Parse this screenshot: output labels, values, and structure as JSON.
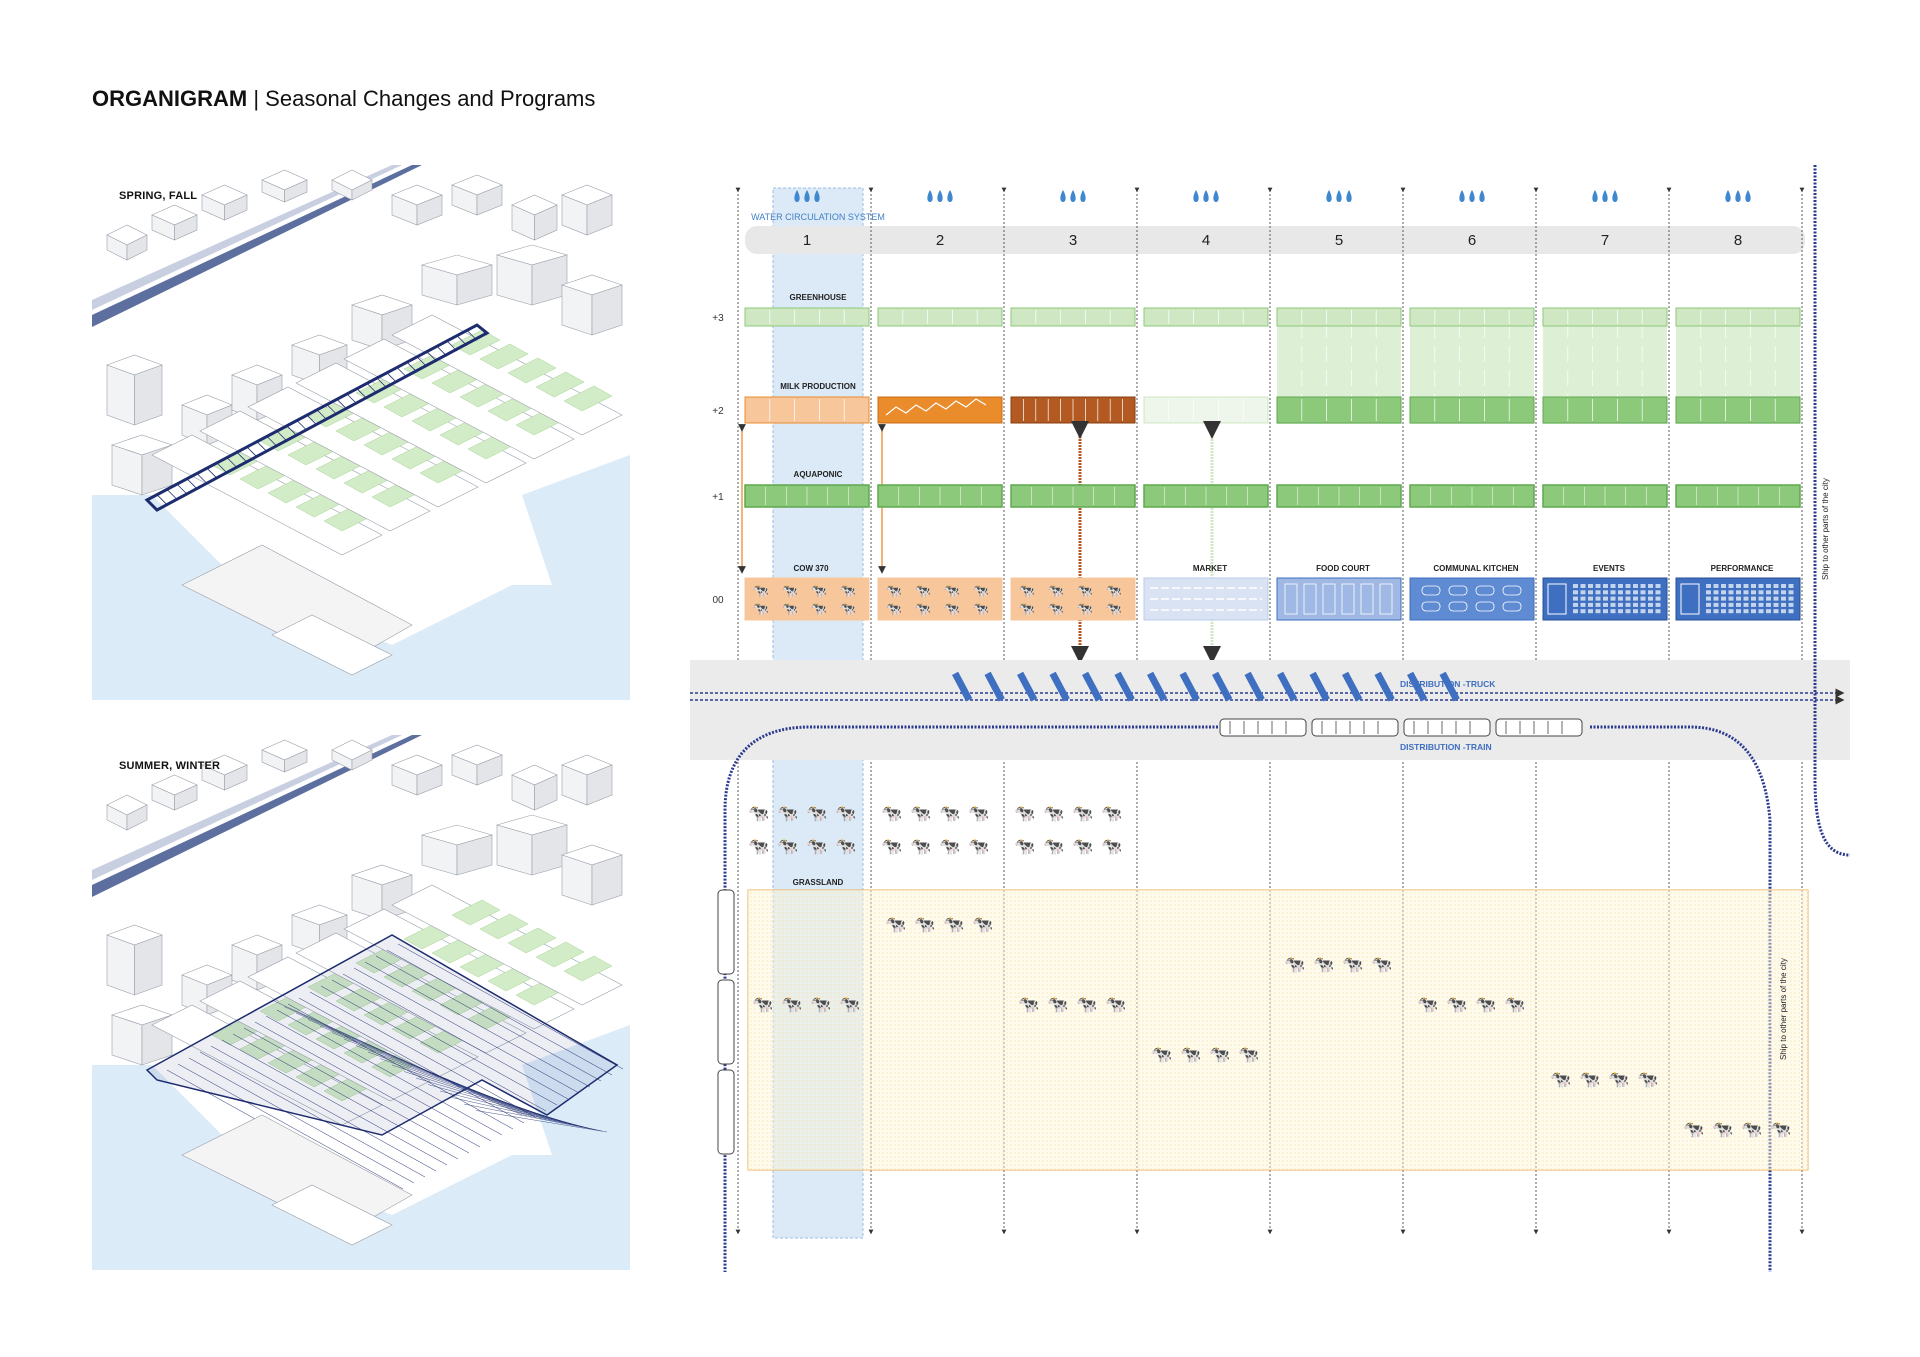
{
  "title": {
    "bold": "ORGANIGRAM",
    "separator": " | ",
    "rest": "Seasonal Changes and Programs"
  },
  "axonometrics": [
    {
      "label": "SPRING, FALL",
      "canopy": "narrow"
    },
    {
      "label": "SUMMER, WINTER",
      "canopy": "wide"
    }
  ],
  "organigram": {
    "water_label": "WATER CIRCULATION SYSTEM",
    "columns": [
      "1",
      "2",
      "3",
      "4",
      "5",
      "6",
      "7",
      "8"
    ],
    "levels": [
      {
        "id": "greenhouse",
        "tag": "+3",
        "label": "GREENHOUSE"
      },
      {
        "id": "milk",
        "tag": "+2",
        "label": "MILK PRODUCTION"
      },
      {
        "id": "aquaponic",
        "tag": "+1",
        "label": "AQUAPONIC"
      },
      {
        "id": "ground",
        "tag": "00",
        "label": ""
      }
    ],
    "ground_programs": [
      {
        "label": "COW 370",
        "type": "cows"
      },
      {
        "label": "",
        "type": "cows"
      },
      {
        "label": "",
        "type": "cows"
      },
      {
        "label": "MARKET",
        "type": "market"
      },
      {
        "label": "FOOD COURT",
        "type": "foodcourt"
      },
      {
        "label": "COMMUNAL KITCHEN",
        "type": "kitchen"
      },
      {
        "label": "EVENTS",
        "type": "events"
      },
      {
        "label": "PERFORMANCE",
        "type": "performance"
      }
    ],
    "milk_states": [
      "light",
      "orange",
      "dark",
      "fade",
      "green",
      "green",
      "green",
      "green"
    ],
    "distribution_truck": "DISTRIBUTION -TRUCK",
    "distribution_train": "DISTRIBUTION -TRAIN",
    "grassland_label": "GRASSLAND",
    "ship_label": "Ship to other parts of the city",
    "colors": {
      "green": "#8cc97a",
      "green_light": "#cfe8c3",
      "green_dark": "#5fa84f",
      "orange": "#ea8b2c",
      "orange_light": "#f7c79b",
      "brown": "#b35a22",
      "blue": "#3f6fc1",
      "blue_light": "#b9cbea",
      "navy": "#2b3a8f",
      "water": "#dceaf7",
      "grass_fill": "#fdf6d8",
      "grass_stroke": "#eab15c"
    }
  }
}
